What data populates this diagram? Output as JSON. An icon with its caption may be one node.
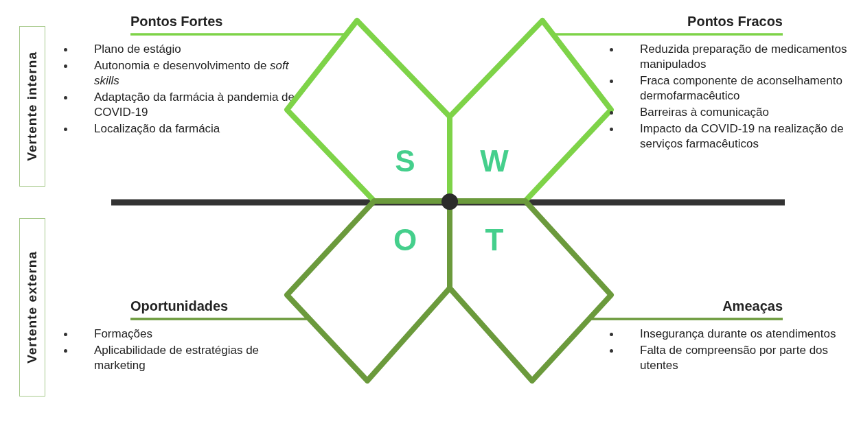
{
  "diagram": {
    "nodes": [
      {
        "text": [
          "Vertente interna"
        ]
      },
      {
        "text": [
          "Pontos Fortes",
          "Plano de estágio",
          "Autonomia e desenvolvimento de *soft skills*",
          "Adaptação da farmácia à pandemia de COVID-19",
          "Localização da farmácia"
        ]
      },
      {
        "text": [
          "S"
        ]
      },
      {
        "text": [
          "W"
        ]
      },
      {
        "text": [
          "Pontos Fracos",
          "Reduzida preparação de medicamentos manipulados",
          "Fraca componente de aconselhamento dermofarmacêutico",
          "Barreiras à comunicação",
          "Impacto da COVID-19 na realização de serviços farmacêuticos"
        ]
      },
      {
        "text": [
          "Vertente externa"
        ]
      },
      {
        "text": [
          "O"
        ]
      },
      {
        "text": [
          "T"
        ]
      },
      {
        "text": [
          "Oportunidades",
          "Formações",
          "Aplicabilidade de estratégias de marketing"
        ]
      },
      {
        "text": [
          "Ameaças",
          "Insegurança durante os atendimentos",
          "Falta de compreensão por parte dos utentes"
        ]
      }
    ],
    "edges": [
      {
        "from": 1,
        "to": 2,
        "arrow": "none",
        "color": "#7ed348"
      },
      {
        "from": 4,
        "to": 3,
        "arrow": "none",
        "color": "#7ed348"
      },
      {
        "from": 8,
        "to": 6,
        "arrow": "none",
        "color": "#6b9a3c"
      },
      {
        "from": 9,
        "to": 7,
        "arrow": "none",
        "color": "#6b9a3c"
      }
    ]
  }
}
